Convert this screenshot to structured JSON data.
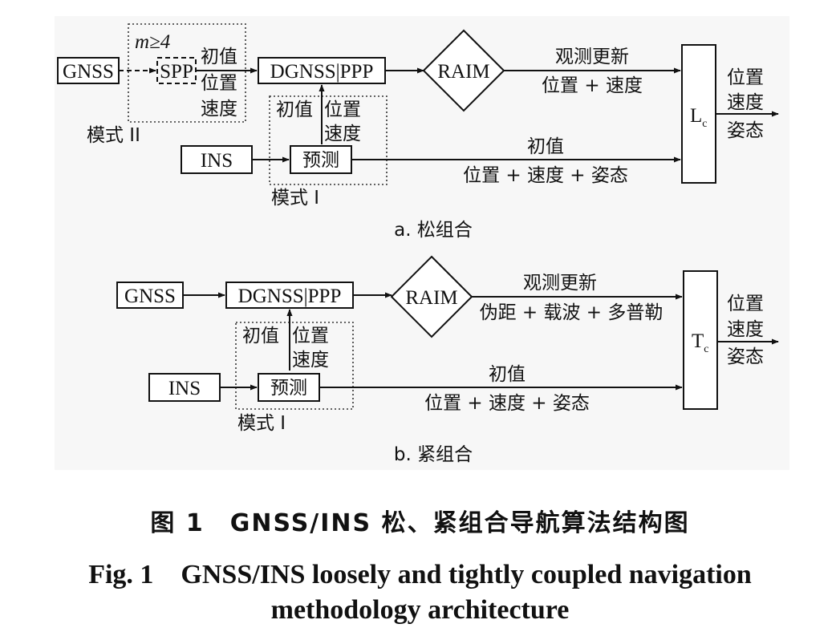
{
  "diagram": {
    "panel_a": {
      "gnss": "GNSS",
      "condition": "m≥4",
      "spp": "SPP",
      "init_value": "初值",
      "position": "位置",
      "velocity": "速度",
      "dgnss_ppp": "DGNSS|PPP",
      "raim": "RAIM",
      "obs_update": "观测更新",
      "obs_quantities": "位置 + 速度",
      "mode_2": "模式 II",
      "feedback_init": "初值",
      "feedback_position": "位置",
      "feedback_velocity": "速度",
      "ins": "INS",
      "predict": "预测",
      "ins_init": "初值",
      "ins_quantities": "位置 + 速度 + 姿态",
      "mode_1": "模式 I",
      "filter": "L",
      "filter_sub": "c",
      "out_position": "位置",
      "out_velocity": "速度",
      "out_attitude": "姿态",
      "label": "a. 松组合"
    },
    "panel_b": {
      "gnss": "GNSS",
      "dgnss_ppp": "DGNSS|PPP",
      "raim": "RAIM",
      "obs_update": "观测更新",
      "obs_quantities": "伪距 + 载波 + 多普勒",
      "feedback_init": "初值",
      "feedback_position": "位置",
      "feedback_velocity": "速度",
      "ins": "INS",
      "predict": "预测",
      "ins_init": "初值",
      "ins_quantities": "位置 + 速度 + 姿态",
      "mode_1": "模式 I",
      "filter": "T",
      "filter_sub": "c",
      "out_position": "位置",
      "out_velocity": "速度",
      "out_attitude": "姿态",
      "label": "b. 紧组合"
    }
  },
  "caption": {
    "cn": "图 1　GNSS/INS 松、紧组合导航算法结构图",
    "en_line1": "Fig. 1　GNSS/INS loosely and tightly coupled navigation",
    "en_line2": "methodology architecture"
  }
}
